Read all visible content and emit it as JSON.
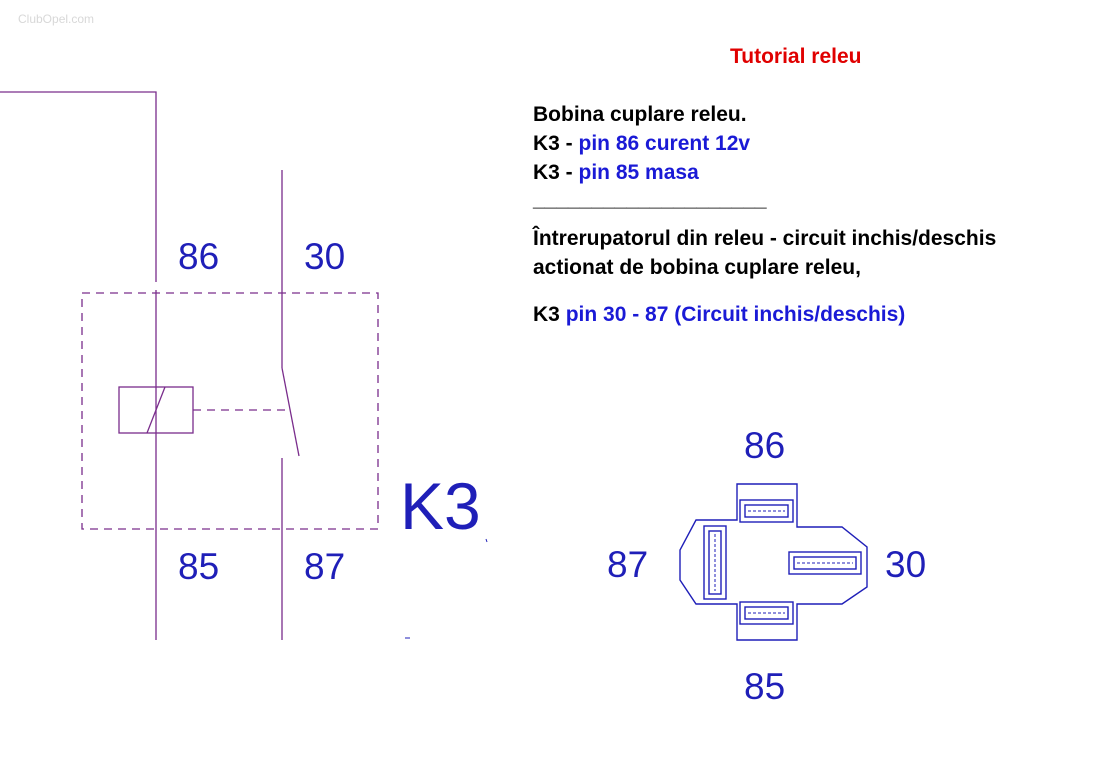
{
  "watermark": "ClubOpel.com",
  "title": "Tutorial releu",
  "notes": {
    "coil_heading": "Bobina cuplare releu.",
    "pin86_prefix": "K3 - ",
    "pin86_text": "pin 86 curent 12v",
    "pin85_prefix": "K3 - ",
    "pin85_text": "pin 85 masa",
    "separator": "____________________",
    "switch_line1": "Întrerupatorul din releu - circuit inchis/deschis",
    "switch_line2": "actionat de bobina cuplare releu,",
    "pin30_prefix": "K3 ",
    "pin30_text": "pin 30 - 87 (Circuit inchis/deschis)"
  },
  "schematic": {
    "label_86": "86",
    "label_30": "30",
    "label_85": "85",
    "label_87": "87",
    "relay_label": "K3"
  },
  "socket": {
    "pin_top": "86",
    "pin_left": "87",
    "pin_right": "30",
    "pin_bottom": "85"
  },
  "colors": {
    "wire": "#7a2d8c",
    "label": "#1f1fb8",
    "title": "#e00000",
    "socket": "#1f1fb8"
  }
}
